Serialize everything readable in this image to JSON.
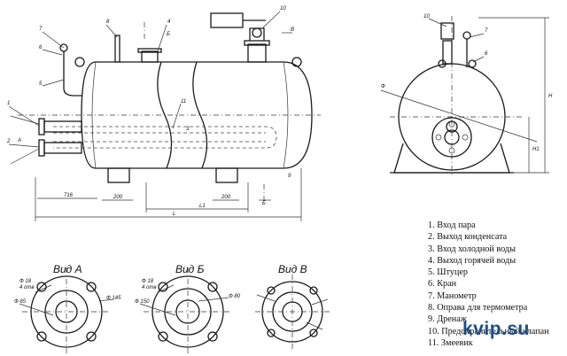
{
  "views": {
    "a": "Вид А",
    "b": "Вид Б",
    "v": "Вид В"
  },
  "section_marks": {
    "b_top": "Б",
    "b_bottom": "Б",
    "v_top": "В",
    "a_left": "А"
  },
  "dimensions": {
    "l": "L",
    "l1": "L1",
    "d200_left": "200",
    "d200_right": "200",
    "d716": "716",
    "front_d": "Ф",
    "h": "Н",
    "h1": "Н1",
    "va_d1": "Ф 18",
    "va_d2": "4 отв",
    "va_d3": "Ф 65",
    "va_d4": "Ф 145",
    "vb_d1": "Ф 18",
    "vb_d2": "4 отв",
    "vb_d3": "Ф 150",
    "vb_d4": "Ф 80"
  },
  "callouts": [
    "1",
    "2",
    "3",
    "4",
    "5",
    "6",
    "7",
    "8",
    "9",
    "10",
    "11"
  ],
  "legend": [
    "1. Вход пара",
    "2. Выход конденсата",
    "3. Вход холодной воды",
    "4. Выход горячей воды",
    "5. Штуцер",
    "6. Кран",
    "7. Манометр",
    "8. Оправа для термометра",
    "9. Дренаж",
    "10. Предохранительный клапан",
    "11. Змеевик"
  ],
  "watermark": "kvip.su"
}
